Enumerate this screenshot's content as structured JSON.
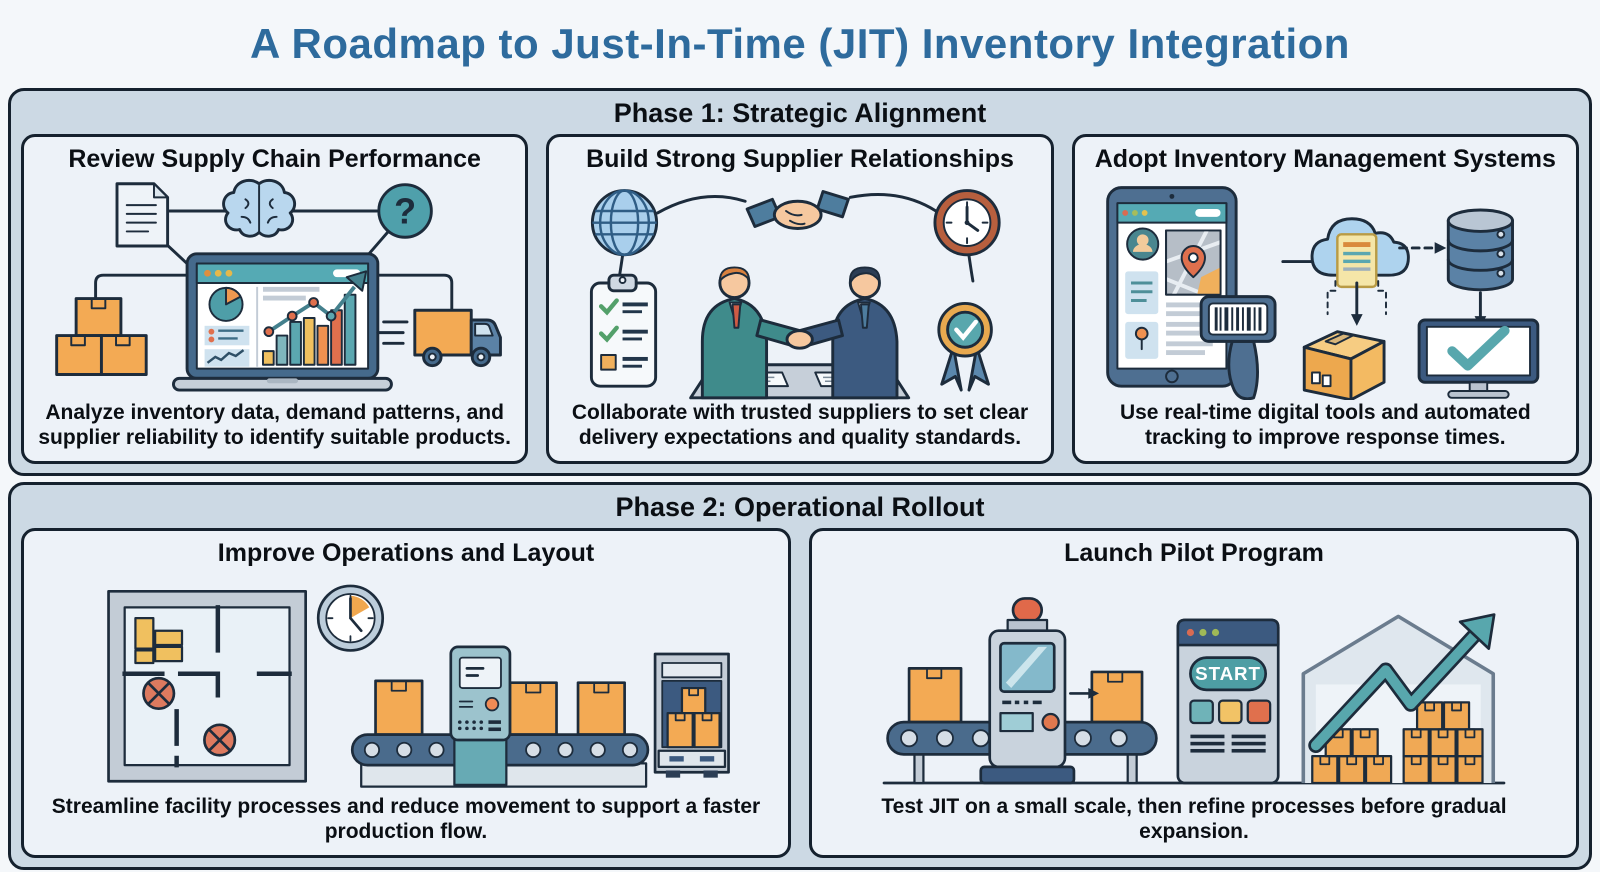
{
  "page": {
    "title": "A Roadmap to Just-In-Time (JIT) Inventory Integration"
  },
  "colors": {
    "title_blue": "#2e6b9d",
    "outline_navy": "#1d2c3c",
    "phase_header_bg": "#ccd9e4",
    "card_bg": "#edf2f8",
    "page_bg": "#f4f7fa",
    "accent_teal": "#4fa0ab",
    "accent_orange": "#f3aa54",
    "accent_red_orange": "#e0704d"
  },
  "phases": [
    {
      "label": "Phase 1: Strategic Alignment",
      "cards": [
        {
          "title": "Review Supply Chain Performance",
          "description": "Analyze inventory data, demand patterns, and supplier reliability to identify suitable products.",
          "icons": [
            "document-icon",
            "brain-icon",
            "question-mark-icon",
            "inventory-boxes-icon",
            "laptop-analytics-dashboard-icon",
            "delivery-truck-icon"
          ]
        },
        {
          "title": "Build Strong Supplier Relationships",
          "description": "Collaborate with trusted suppliers to set clear delivery expectations and quality standards.",
          "icons": [
            "globe-icon",
            "handshake-icon",
            "clock-icon",
            "checklist-icon",
            "businessmen-handshake-icon",
            "award-ribbon-icon"
          ]
        },
        {
          "title": "Adopt Inventory Management Systems",
          "description": "Use real-time digital tools and automated tracking to improve response times.",
          "icons": [
            "tablet-app-icon",
            "barcode-scanner-icon",
            "cloud-sync-icon",
            "database-icon",
            "package-box-icon",
            "monitor-checkmark-icon"
          ]
        }
      ]
    },
    {
      "label": "Phase 2: Operational Rollout",
      "cards": [
        {
          "title": "Improve Operations and Layout",
          "description": "Streamline facility processes and reduce movement to support a faster production flow.",
          "icons": [
            "floor-plan-icon",
            "clock-icon",
            "conveyor-belt-icon",
            "loading-truck-icon"
          ]
        },
        {
          "title": "Launch Pilot Program",
          "description": "Test JIT on a small scale, then refine processes before gradual expansion.",
          "icons": [
            "conveyor-machine-icon",
            "start-panel-icon",
            "warehouse-growth-icon"
          ]
        }
      ]
    }
  ],
  "labels": {
    "start_button": "START",
    "question_mark": "?"
  }
}
